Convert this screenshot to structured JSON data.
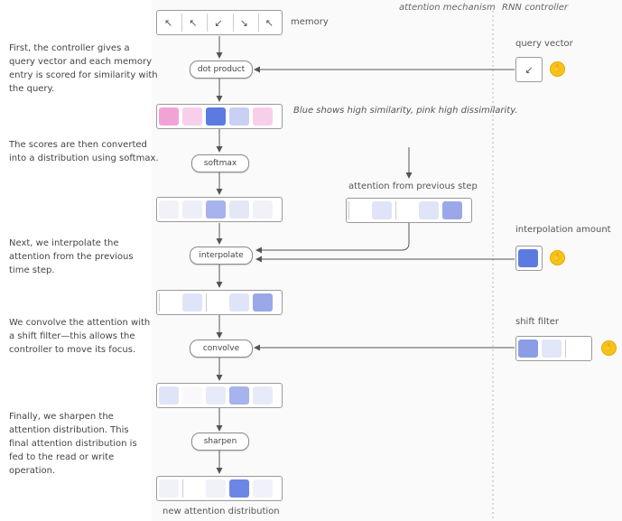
{
  "headers": {
    "attention": "attention mechanism",
    "rnn": "RNN controller"
  },
  "memory": {
    "label": "memory",
    "cells": [
      "↖",
      "↖",
      "↙",
      "↘",
      "↖"
    ]
  },
  "descriptions": {
    "step1": "First, the controller gives a query vector and each memory entry is scored for similarity with the query.",
    "step2": "The scores are then converted into a distribution using softmax.",
    "step3": "Next, we interpolate the attention from the previous time step.",
    "step4": "We convolve the attention with a shift filter—this allows the controller to move its focus.",
    "step5": "Finally, we sharpen the attention distribution. This final attention distribution is fed to the read or write operation."
  },
  "similarity_note": "Blue shows high similarity, pink high dissimilarity.",
  "ops": {
    "dot_product": "dot product",
    "softmax": "softmax",
    "interpolate": "interpolate",
    "convolve": "convolve",
    "sharpen": "sharpen"
  },
  "labels": {
    "query_vector": "query vector",
    "prev_attention": "attention from previous step",
    "interpolation_amount": "interpolation amount",
    "shift_filter": "shift filter",
    "new_attention": "new attention distribution"
  },
  "query_glyph": "↙",
  "colors": {
    "strong_blue": "#5b7be0",
    "mid_blue": "#9aa8ea",
    "light_blue": "#c9d0f4",
    "pale_blue": "#e4e8f8",
    "faint": "#f1f2f8",
    "pink_strong": "#f2a3d6",
    "pink_light": "#f8cfea",
    "coin": "#f5c518"
  },
  "rows": {
    "similarity": [
      "#f2a3d6",
      "#f8cfea",
      "#5b7be0",
      "#c9d0f4",
      "#f8cfea"
    ],
    "softmax": [
      "#f1f2f8",
      "#eceef8",
      "#a6b3ec",
      "#e4e7f6",
      "#f1f2f8"
    ],
    "prev_attention": [
      "#ffffff",
      "#dfe4f8",
      "#ffffff",
      "#dfe4f8",
      "#9aa8ea"
    ],
    "interpolated": [
      "#ffffff",
      "#dfe4f8",
      "#ffffff",
      "#dfe4f8",
      "#9aa8ea"
    ],
    "convolved": [
      "#dfe4f8",
      "#f9f9fc",
      "#e7eaf8",
      "#a6b3ec",
      "#e7eaf8"
    ],
    "sharpened": [
      "#f1f2f8",
      "#ffffff",
      "#f1f2f8",
      "#6b86e4",
      "#f1f2f8"
    ],
    "interpolation_amount": [
      "#5b7be0"
    ],
    "shift_filter": [
      "#8a9ee6",
      "#e1e6f8",
      "#ffffff"
    ]
  }
}
